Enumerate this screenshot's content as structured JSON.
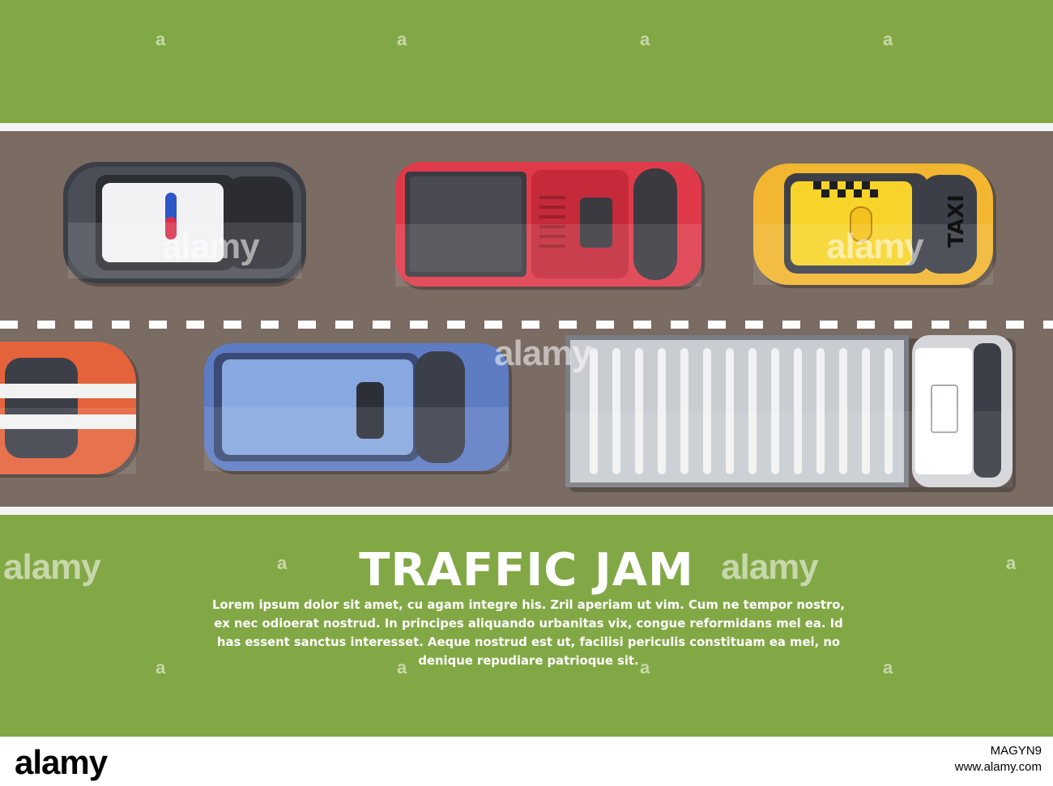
{
  "headline": "TRAFFIC JAM",
  "body_lines": [
    "Lorem ipsum dolor sit amet, cu agam integre his. Zril aperiam ut vim. Cum ne tempor nostro,",
    "ex nec odioerat nostrud. In principes aliquando urbanitas vix, congue reformidans mel ea. Id",
    "has essent sanctus interesset. Aeque nostrud est ut, facilisi periculis constituam ea mei, no",
    "denique repudiare patrioque sit."
  ],
  "taxi_label": "TAXI",
  "watermark": {
    "word": "alamy",
    "letter": "a"
  },
  "footer": {
    "logo": "alamy",
    "image_id": "MAGYN9",
    "url": "www.alamy.com"
  },
  "vehicles": [
    {
      "kind": "police-car",
      "color": "#3d4048"
    },
    {
      "kind": "pickup-truck",
      "color": "#d8323f"
    },
    {
      "kind": "taxi",
      "color": "#f2b630"
    },
    {
      "kind": "sports-car",
      "color": "#e4633a"
    },
    {
      "kind": "suv",
      "color": "#5d7cc4"
    },
    {
      "kind": "cargo-truck",
      "color": "#c9ccd1"
    }
  ],
  "colors": {
    "grass": "#82a845",
    "road": "#7a6b63",
    "lane_marking": "#ffffff"
  }
}
